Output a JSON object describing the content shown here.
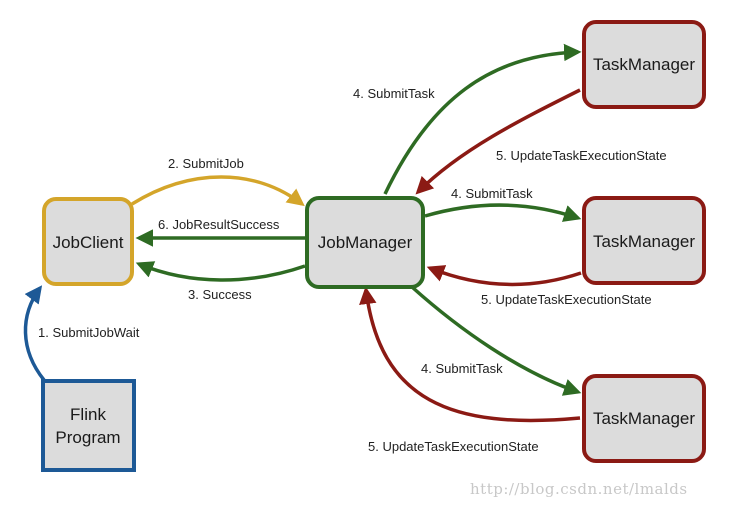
{
  "colors": {
    "node_fill": "#dcdcdc",
    "jobclient": "#d4a52a",
    "jobmanager": "#2e6b23",
    "taskmanager": "#8b1a14",
    "flink": "#1d5996",
    "edge_green": "#2e6b23",
    "edge_red": "#8b1a14",
    "edge_gold": "#d4a52a",
    "edge_blue": "#1d5996"
  },
  "nodes": {
    "jobclient": "JobClient",
    "jobmanager": "JobManager",
    "taskmanager_1": "TaskManager",
    "taskmanager_2": "TaskManager",
    "taskmanager_3": "TaskManager",
    "flink_line1": "Flink",
    "flink_line2": "Program"
  },
  "edges": {
    "submit_job_wait": "1. SubmitJobWait",
    "submit_job": "2. SubmitJob",
    "success": "3. Success",
    "job_result_success": "6. JobResultSuccess",
    "submit_task_1": "4. SubmitTask",
    "update_1": "5. UpdateTaskExecutionState",
    "submit_task_2": "4. SubmitTask",
    "update_2": "5. UpdateTaskExecutionState",
    "submit_task_3": "4. SubmitTask",
    "update_3": "5. UpdateTaskExecutionState"
  },
  "watermark": "http://blog.csdn.net/lmalds"
}
